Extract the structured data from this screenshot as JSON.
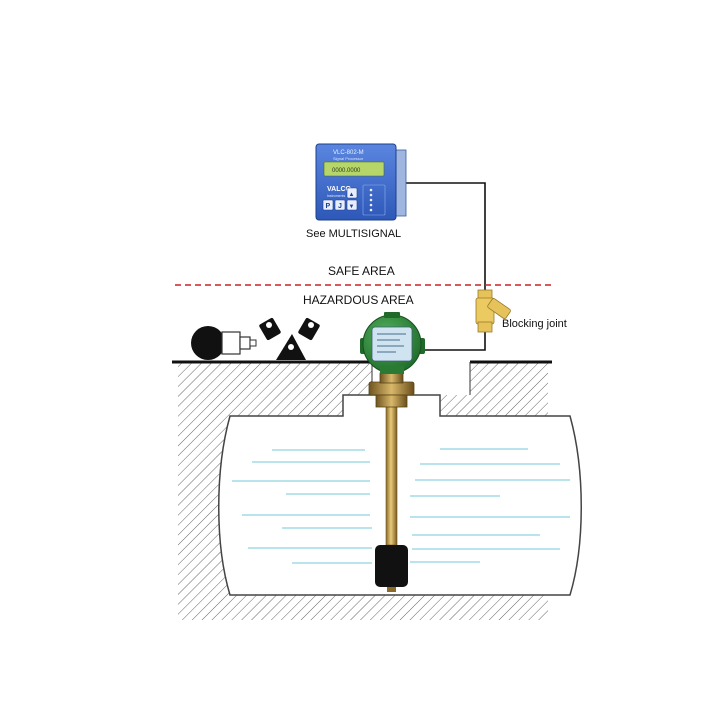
{
  "labels": {
    "multisignal": "See  MULTISIGNAL",
    "safe_area": "SAFE AREA",
    "hazardous_area": "HAZARDOUS AREA",
    "blocking_joint": "Blocking joint"
  },
  "controller": {
    "model": "VLC-802-M",
    "subtitle": "Signal Processor",
    "display_value": "0000.0000",
    "brand": "VALCO",
    "brand_sub": "Instruments",
    "key_p": "P",
    "key_enter": "J",
    "key_up": "▲",
    "key_down": "▼"
  },
  "colors": {
    "boundary": "#cc2222",
    "controller_panel": "#3f6fd1",
    "controller_display": "#b6d66a",
    "head_green": "#2f8a3a",
    "fitting_brass": "#c8a050",
    "blocking_joint": "#e6c25a",
    "liquid_lines": "#8fd3e0",
    "float": "#111111"
  }
}
